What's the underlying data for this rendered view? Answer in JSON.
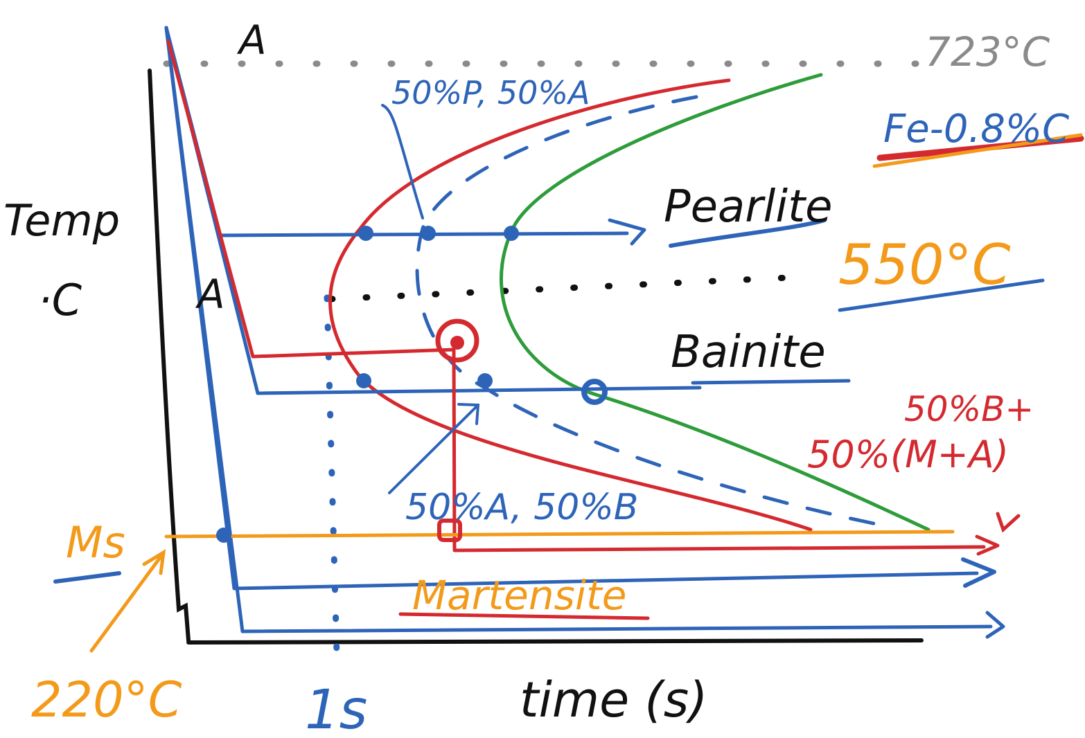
{
  "colors": {
    "black": "#111111",
    "blue": "#2e64b8",
    "red": "#d42a2f",
    "green": "#2e9c3a",
    "orange": "#f39a1b",
    "grey": "#8a8a8a"
  },
  "labels": {
    "phase_austenite_top": "A",
    "phase_austenite_mid": "A",
    "temp_723": "723°C",
    "alloy": "Fe-0.8%C",
    "y_axis_line1": "Temp",
    "y_axis_line2": "·C",
    "x_axis": "time (s)",
    "pearlite": "Pearlite",
    "bainite": "Bainite",
    "temp_550": "550°C",
    "annot_pearlite": "50%P, 50%A",
    "annot_bainite": "50%A, 50%B",
    "annot_red_line1": "50%B+",
    "annot_red_line2": "50%(M+A)",
    "ms": "Ms",
    "temp_220": "220°C",
    "martensite": "Martensite",
    "one_second": "1s"
  }
}
